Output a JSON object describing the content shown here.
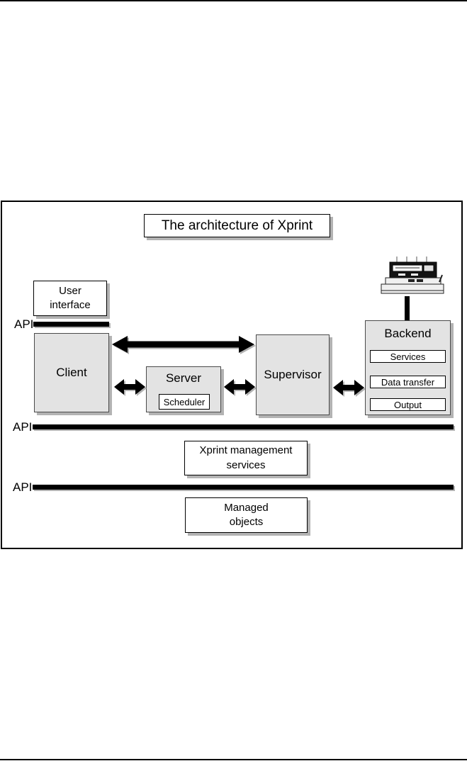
{
  "diagram": {
    "title": "The architecture of Xprint",
    "colors": {
      "node_fill": "#e3e3e3",
      "shadow": "#b3b3b3",
      "line": "#000000",
      "white_box": "#ffffff"
    },
    "api_labels": [
      "API",
      "API",
      "API"
    ],
    "nodes": {
      "user_interface": {
        "line1": "User",
        "line2": "interface"
      },
      "client": {
        "label": "Client"
      },
      "server": {
        "label": "Server",
        "sub": "Scheduler"
      },
      "supervisor": {
        "label": "Supervisor"
      },
      "backend": {
        "label": "Backend",
        "subs": [
          "Services",
          "Data transfer",
          "Output"
        ]
      },
      "xprint_management": {
        "line1": "Xprint management",
        "line2": "services"
      },
      "managed_objects": {
        "line1": "Managed",
        "line2": "objects"
      }
    },
    "icons": {
      "printer": "dot-matrix-printer-icon"
    }
  }
}
